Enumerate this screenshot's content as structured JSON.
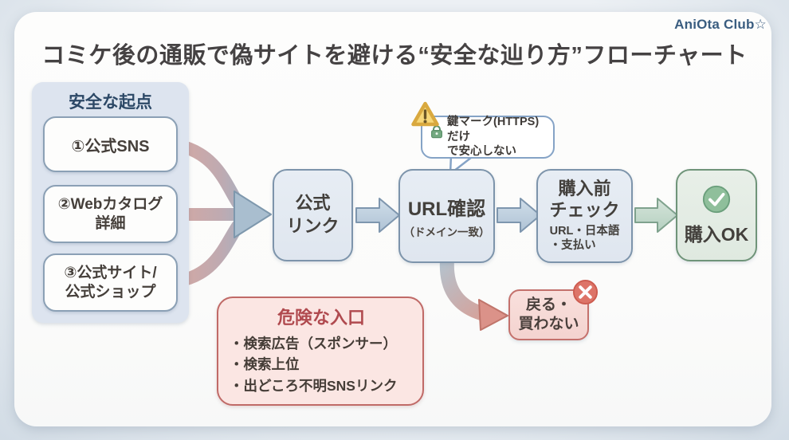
{
  "page": {
    "brand": "AniOta Club☆",
    "title": "コミケ後の通販で偽サイトを避ける“安全な辿り方”フローチャート"
  },
  "safe_origin_panel": {
    "title": "安全な起点",
    "items": [
      {
        "lines": [
          "①公式SNS"
        ]
      },
      {
        "lines": [
          "②Webカタログ",
          "詳細"
        ]
      },
      {
        "lines": [
          "③公式サイト/",
          "公式ショップ"
        ]
      }
    ]
  },
  "flow": {
    "official_link": {
      "lines": [
        "公式",
        "リンク"
      ]
    },
    "url_check": {
      "title": "URL確認",
      "subtitle": "（ドメイン一致）"
    },
    "pre_purchase": {
      "lines": [
        "購入前",
        "チェック"
      ],
      "notes": [
        "URL・日本語",
        "・支払い"
      ]
    },
    "purchase_ok": {
      "label": "購入OK"
    },
    "go_back": {
      "lines": [
        "戻る・",
        "買わない"
      ]
    }
  },
  "callout": {
    "lines": [
      "鍵マーク(HTTPS)だけ",
      "で安心しない"
    ]
  },
  "danger_box": {
    "title": "危険な入口",
    "items": [
      "・検索広告（スポンサー）",
      "・検索上位",
      "・出どころ不明SNSリンク"
    ]
  },
  "icons": {
    "warning": "warning-triangle-icon",
    "lock": "lock-icon",
    "check": "check-circle-icon",
    "cross": "x-circle-icon"
  },
  "colors": {
    "brand_text": "#3a5d80",
    "title_text": "#454243",
    "safe_panel_bg": "#dde4ef",
    "node_bg_blue": "#e4eaf2",
    "node_border_blue": "#7d94ab",
    "ok_bg": "#e6eee6",
    "ok_border": "#6f9479",
    "goback_bg": "#f7dbd8",
    "danger_bg": "#fbe6e3",
    "danger_border": "#c06a67",
    "danger_title": "#b04a4f",
    "arrow_blue": "#bccede",
    "arrow_green": "#c8dccd",
    "arrow_pink": "#d4a8a3",
    "warning_yellow": "#f7d879",
    "lock_green": "#74a981",
    "check_green": "#8fbf9b",
    "x_red": "#dd7468"
  }
}
